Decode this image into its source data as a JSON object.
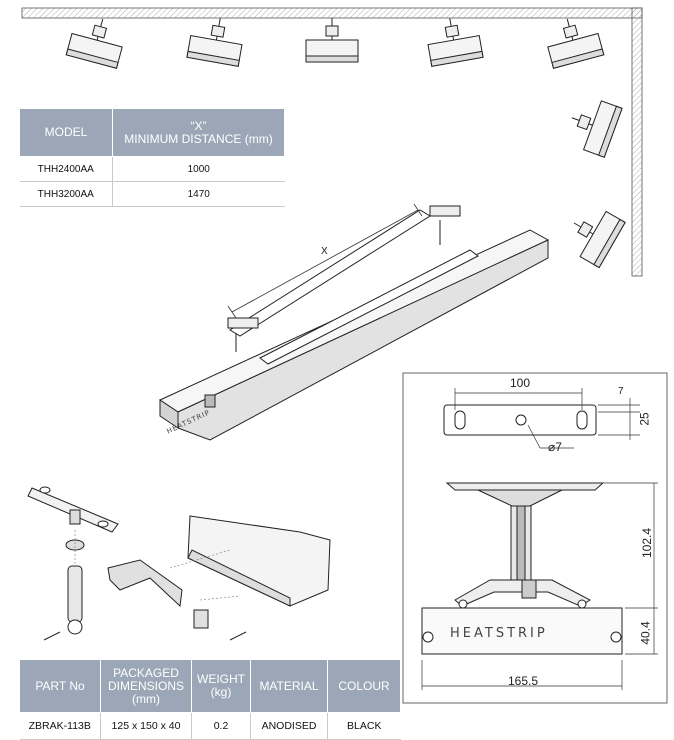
{
  "distance_table": {
    "headers": [
      "MODEL",
      "“X”",
      "MINIMUM DISTANCE (mm)"
    ],
    "rows": [
      {
        "model": "THH2400AA",
        "distance": "1000"
      },
      {
        "model": "THH3200AA",
        "distance": "1470"
      }
    ]
  },
  "parts_table": {
    "headers": [
      "PART No",
      "PACKAGED DIMENSIONS (mm)",
      "WEIGHT (kg)",
      "MATERIAL",
      "COLOUR"
    ],
    "row": {
      "part_no": "ZBRAK-113B",
      "dimensions": "125 x 150 x 40",
      "weight": "0.2",
      "material": "ANODISED",
      "colour": "BLACK"
    }
  },
  "drawing_labels": {
    "x_label": "X",
    "heater_brand": "HEATSTRIP",
    "bracket_brand": "HEATSTRIP",
    "dim_width_plate": "100",
    "dim_slot_top": "7",
    "dim_slot_height": "25",
    "dim_hole": "⌀7",
    "dim_height": "102.4",
    "dim_base_height": "40.4",
    "dim_base_width": "165.5"
  }
}
